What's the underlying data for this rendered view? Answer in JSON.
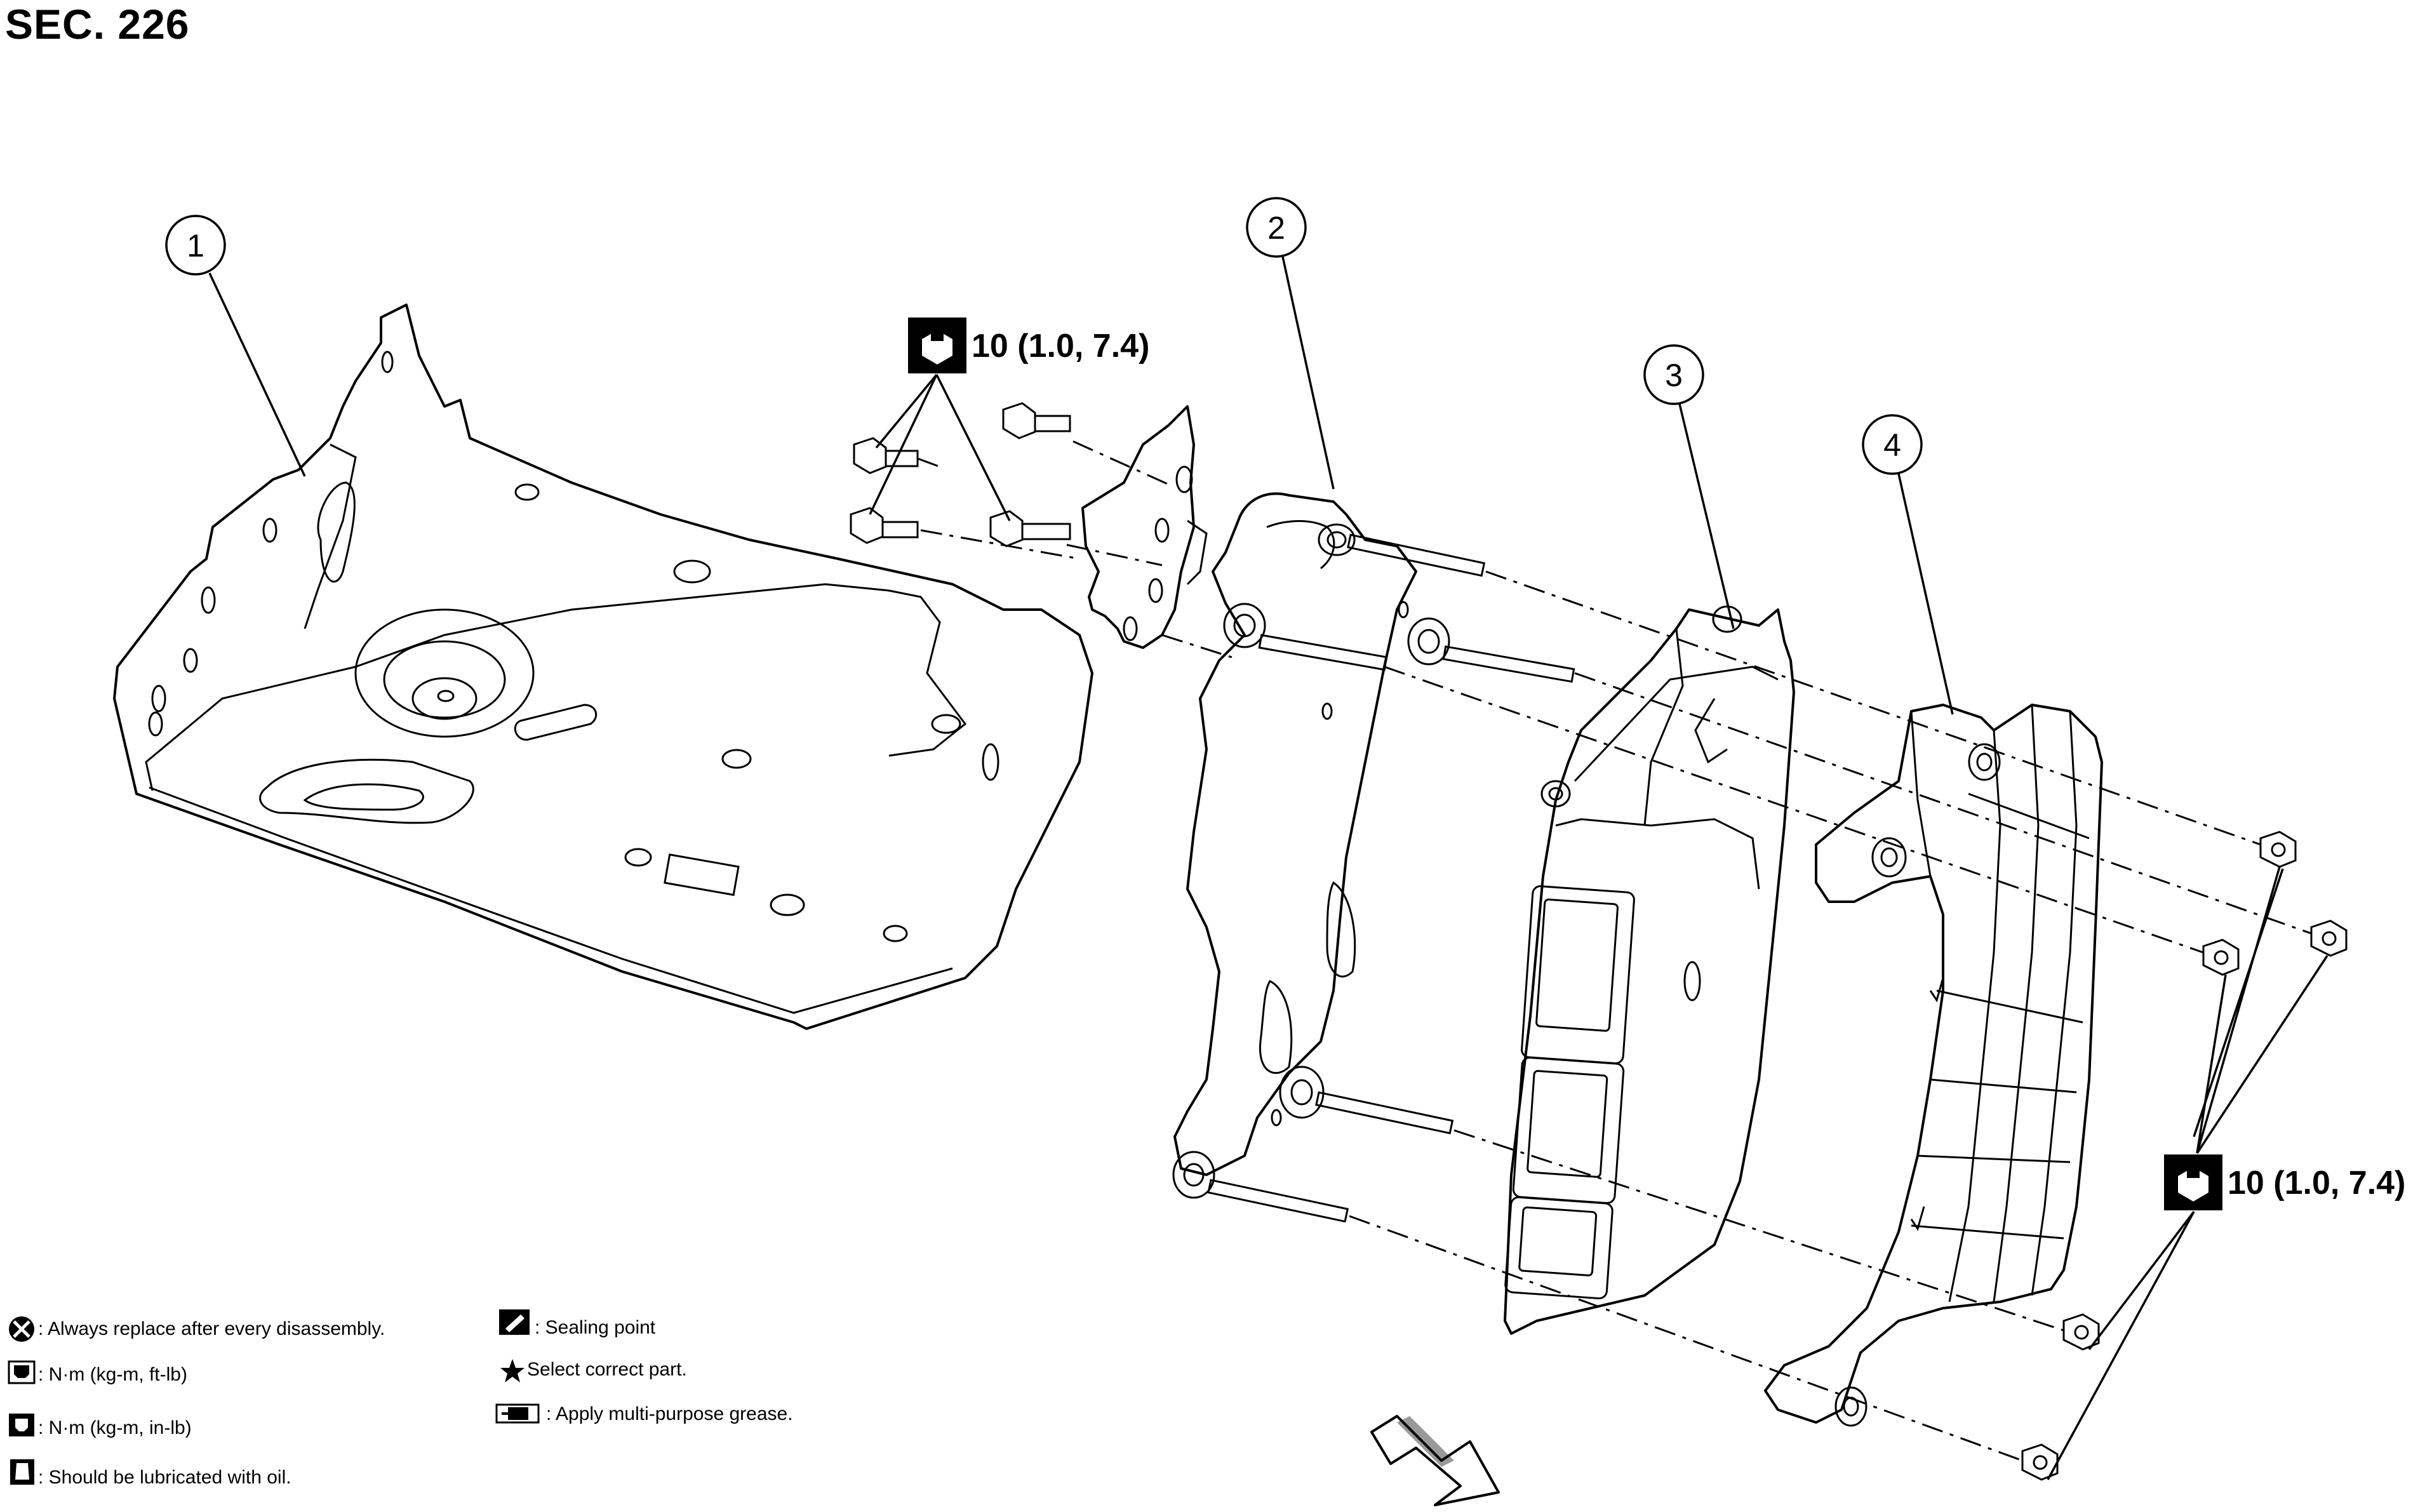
{
  "section_title": "SEC. 226",
  "callouts": [
    "1",
    "2",
    "3",
    "4"
  ],
  "torque_top": "10 (1.0, 7.4)",
  "torque_bottom": "10 (1.0, 7.4)",
  "legend": {
    "always_replace": ": Always replace after every disassembly.",
    "nm_ftlb": ": N·m (kg-m, ft-lb)",
    "nm_inlb": ": N·m (kg-m, in-lb)",
    "lubricate_oil": ": Should be lubricated with oil.",
    "sealing_point": ": Sealing point",
    "select_part": "Select correct part.",
    "grease": ": Apply multi-purpose grease."
  },
  "icons": [
    "wrench-socket-icon",
    "always-replace-icon",
    "sealing-point-icon",
    "star-icon",
    "grease-icon",
    "oil-can-icon",
    "front-arrow-icon"
  ],
  "colors": {
    "line": "#000000",
    "background": "#ffffff"
  }
}
